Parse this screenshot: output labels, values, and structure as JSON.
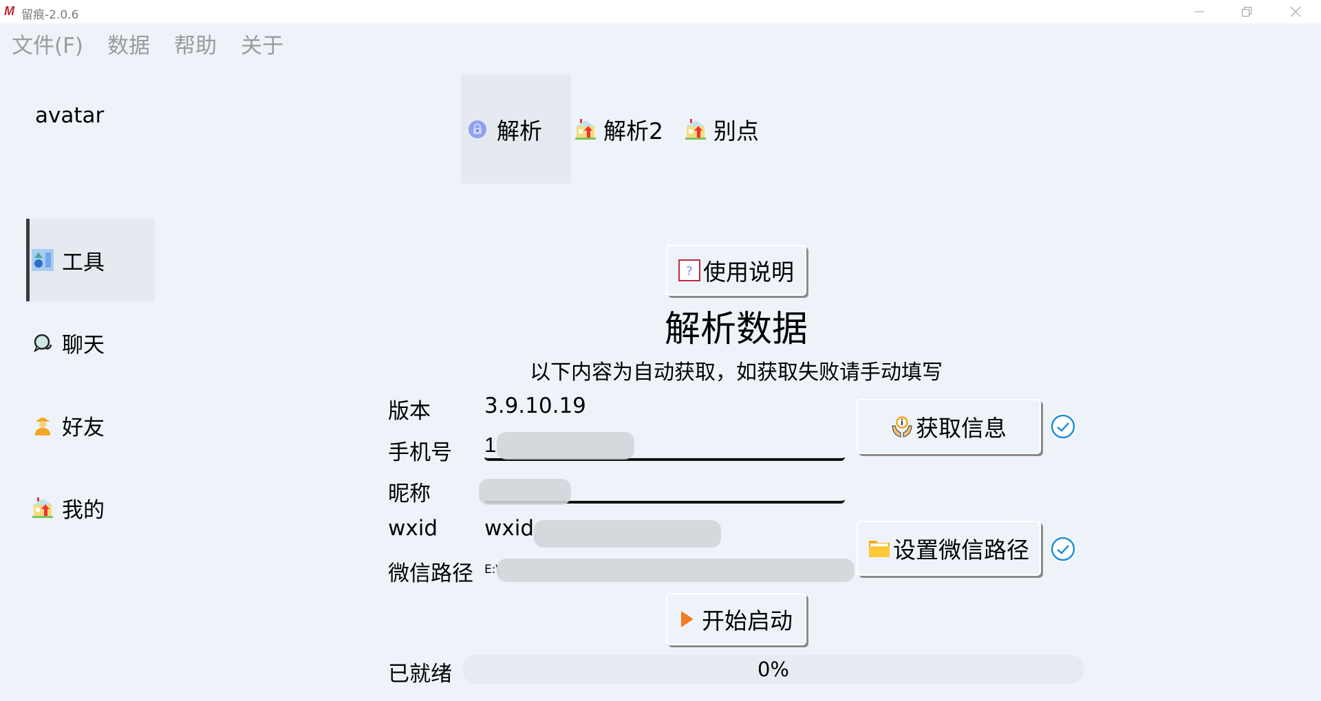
{
  "window": {
    "logo": "M",
    "title": "留痕-2.0.6",
    "controls": [
      "minimize",
      "restore",
      "close"
    ]
  },
  "menu": {
    "items": [
      {
        "label": "文件(F)"
      },
      {
        "label": "数据"
      },
      {
        "label": "帮助"
      },
      {
        "label": "关于"
      }
    ]
  },
  "sidebar": {
    "avatar_label": "avatar",
    "items": [
      {
        "label": "工具",
        "icon": "tools-icon",
        "active": true
      },
      {
        "label": "聊天",
        "icon": "chat-bubbles-icon",
        "active": false
      },
      {
        "label": "好友",
        "icon": "person-icon",
        "active": false
      },
      {
        "label": "我的",
        "icon": "house-icon",
        "active": false
      }
    ]
  },
  "tabs": [
    {
      "label": "解析",
      "icon": "lock-circle-icon",
      "active": true
    },
    {
      "label": "解析2",
      "icon": "house-icon",
      "active": false
    },
    {
      "label": "别点",
      "icon": "house-icon",
      "active": false
    }
  ],
  "main": {
    "help_button": "使用说明",
    "title": "解析数据",
    "subtitle": "以下内容为自动获取，如获取失败请手动填写",
    "fields": {
      "version": {
        "label": "版本",
        "value": "3.9.10.19"
      },
      "phone": {
        "label": "手机号",
        "value": "1"
      },
      "nickname": {
        "label": "昵称",
        "value": ""
      },
      "wxid": {
        "label": "wxid",
        "value": "wxid"
      },
      "wechat_path": {
        "label": "微信路径",
        "value": "E:\\"
      }
    },
    "get_info_button": "获取信息",
    "set_path_button": "设置微信路径",
    "start_button": "开始启动",
    "status_label": "已就绪",
    "progress_text": "0%",
    "progress_value": 0
  },
  "colors": {
    "background": "#eef3fa",
    "active_bg": "#e5eaf0",
    "check_blue": "#1e8fd8",
    "play_orange": "#f47b20",
    "logo_red": "#c4262e"
  }
}
